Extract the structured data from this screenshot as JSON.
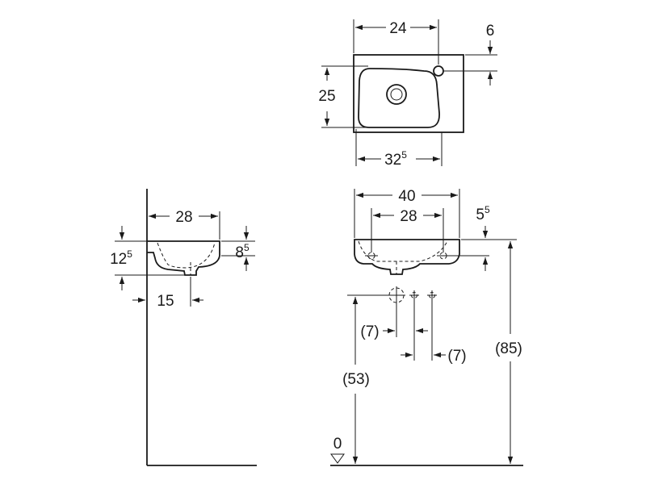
{
  "top_view": {
    "width": {
      "main": "24",
      "sup": ""
    },
    "tap_offset": {
      "main": "6",
      "sup": ""
    },
    "depth": {
      "main": "25",
      "sup": ""
    },
    "bowl_width": {
      "main": "32",
      "sup": "5"
    }
  },
  "side_view": {
    "projection": {
      "main": "28",
      "sup": ""
    },
    "height": {
      "main": "12",
      "sup": "5"
    },
    "rim_height": {
      "main": "8",
      "sup": "5"
    },
    "waste_offset": {
      "main": "15",
      "sup": ""
    }
  },
  "front_view": {
    "overall_width": {
      "main": "40",
      "sup": ""
    },
    "fixing_distance": {
      "main": "28",
      "sup": ""
    },
    "fixing_height": {
      "main": "5",
      "sup": "5"
    },
    "supply_left": {
      "main": "(7)",
      "sup": ""
    },
    "supply_right": {
      "main": "(7)",
      "sup": ""
    },
    "waste_height": {
      "main": "(53)",
      "sup": ""
    },
    "rim_from_floor": {
      "main": "(85)",
      "sup": ""
    },
    "floor_level": {
      "main": "0",
      "sup": ""
    }
  }
}
